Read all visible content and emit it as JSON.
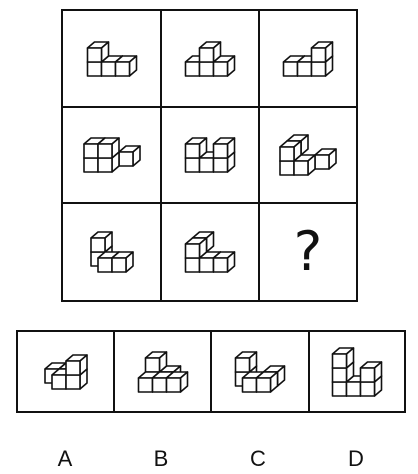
{
  "question_mark": "?",
  "options": [
    {
      "label": "A"
    },
    {
      "label": "B"
    },
    {
      "label": "C"
    },
    {
      "label": "D"
    }
  ],
  "figures": {
    "r1c1": [
      [
        0,
        0,
        1
      ],
      [
        0,
        0,
        0
      ],
      [
        1,
        0,
        0
      ],
      [
        2,
        0,
        0
      ]
    ],
    "r1c2": [
      [
        0,
        0,
        0
      ],
      [
        1,
        0,
        0
      ],
      [
        1,
        0,
        1
      ],
      [
        2,
        0,
        0
      ]
    ],
    "r1c3": [
      [
        0,
        0,
        0
      ],
      [
        1,
        0,
        0
      ],
      [
        2,
        0,
        0
      ],
      [
        2,
        0,
        1
      ]
    ],
    "r2c1": [
      [
        0,
        0,
        0
      ],
      [
        0,
        0,
        1
      ],
      [
        1,
        0,
        0
      ],
      [
        1,
        0,
        1
      ],
      [
        2,
        1,
        0
      ]
    ],
    "r2c2": [
      [
        0,
        0,
        0
      ],
      [
        0,
        0,
        1
      ],
      [
        1,
        0,
        0
      ],
      [
        2,
        0,
        0
      ],
      [
        2,
        0,
        1
      ]
    ],
    "r2c3": [
      [
        0,
        0,
        0
      ],
      [
        0,
        0,
        1
      ],
      [
        0,
        1,
        1
      ],
      [
        1,
        0,
        0
      ],
      [
        2,
        1,
        0
      ]
    ],
    "r3c1": [
      [
        0,
        1,
        0
      ],
      [
        0,
        1,
        1
      ],
      [
        1,
        0,
        0
      ],
      [
        2,
        0,
        0
      ]
    ],
    "r3c2": [
      [
        0,
        0,
        0
      ],
      [
        0,
        0,
        1
      ],
      [
        0,
        1,
        1
      ],
      [
        1,
        0,
        0
      ],
      [
        2,
        0,
        0
      ]
    ],
    "optA": [
      [
        0,
        1,
        0
      ],
      [
        1,
        0,
        0
      ],
      [
        2,
        0,
        0
      ],
      [
        2,
        0,
        1
      ],
      [
        1,
        1,
        0
      ]
    ],
    "optB": [
      [
        0,
        0,
        0
      ],
      [
        0,
        1,
        1
      ],
      [
        1,
        0,
        0
      ],
      [
        1,
        1,
        0
      ],
      [
        2,
        0,
        0
      ]
    ],
    "optC": [
      [
        0,
        1,
        0
      ],
      [
        0,
        1,
        1
      ],
      [
        1,
        0,
        0
      ],
      [
        2,
        0,
        0
      ],
      [
        2,
        1,
        0
      ]
    ],
    "optD": [
      [
        0,
        0,
        0
      ],
      [
        0,
        0,
        1
      ],
      [
        0,
        0,
        2
      ],
      [
        1,
        0,
        0
      ],
      [
        2,
        0,
        0
      ],
      [
        2,
        0,
        1
      ]
    ]
  }
}
